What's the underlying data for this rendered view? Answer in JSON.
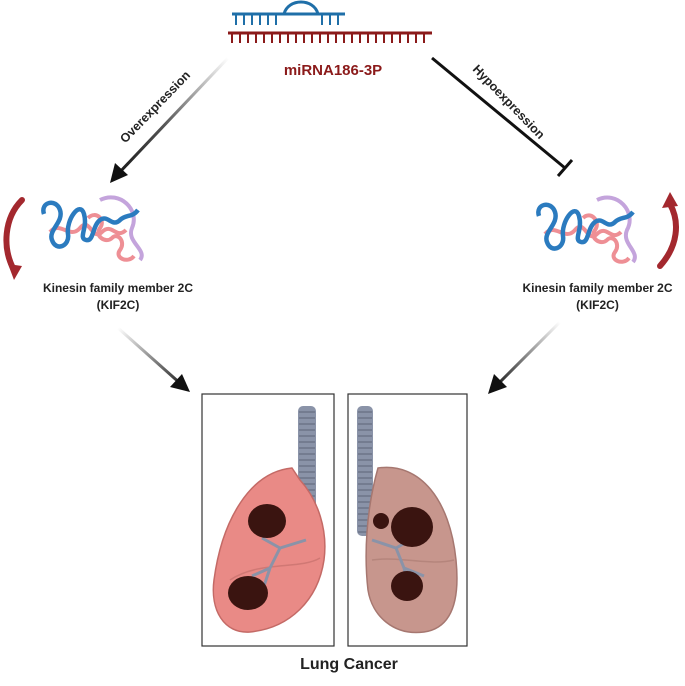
{
  "mirna": {
    "label": "miRNA186-3P",
    "strand_color": "#8b1a1a",
    "hairpin_color": "#1f6fa8"
  },
  "left_arm": {
    "label": "Overexpression",
    "arrow": "arrow"
  },
  "right_arm": {
    "label": "Hypoexpression",
    "arrow": "inhibition-bar"
  },
  "left_protein": {
    "line1": "Kinesin family member 2C",
    "line2": "(KIF2C)",
    "trend": "down"
  },
  "right_protein": {
    "line1": "Kinesin family member 2C",
    "line2": "(KIF2C)",
    "trend": "up"
  },
  "outcome": {
    "label": "Lung Cancer"
  },
  "colors": {
    "curved_arrow": "#a3282e",
    "helix_blue": "#2b7bbf",
    "helix_pink": "#ee8f95",
    "helix_purple": "#c4a4dc",
    "lung_left": "#e98a86",
    "lung_right": "#c7968d",
    "tumor": "#3a1410",
    "trachea": "#8a93a8"
  }
}
